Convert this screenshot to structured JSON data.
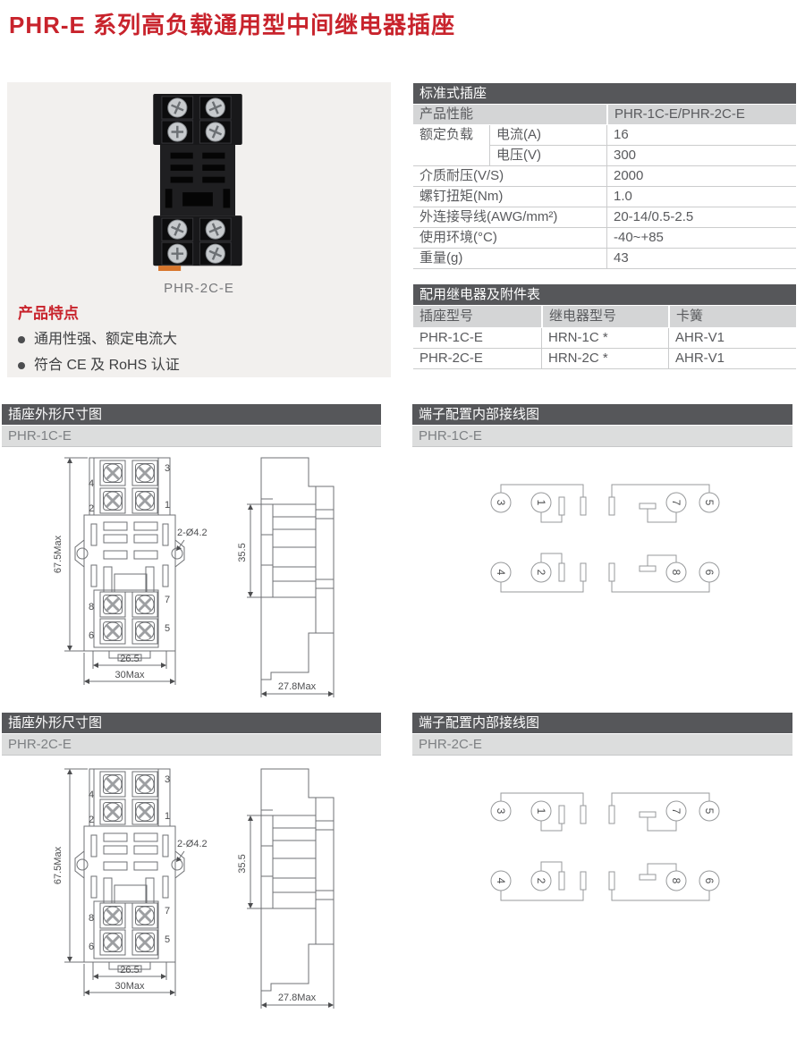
{
  "page": {
    "title": "PHR-E 系列高负载通用型中间继电器插座"
  },
  "product": {
    "caption": "PHR-2C-E",
    "features_title": "产品特点",
    "features": [
      "通用性强、额定电流大",
      "符合 CE 及 RoHS 认证"
    ]
  },
  "spec": {
    "title": "标准式插座",
    "perf_label": "产品性能",
    "perf_value": "PHR-1C-E/PHR-2C-E",
    "load_label": "额定负载",
    "current_label": "电流(A)",
    "current_value": "16",
    "voltage_label": "电压(V)",
    "voltage_value": "300",
    "rows": [
      {
        "label": "介质耐压(V/S)",
        "value": "2000"
      },
      {
        "label": "螺钉扭矩(Nm)",
        "value": "1.0"
      },
      {
        "label": "外连接导线(AWG/mm²)",
        "value": "20-14/0.5-2.5"
      },
      {
        "label": "使用环境(°C)",
        "value": "-40~+85"
      },
      {
        "label": "重量(g)",
        "value": "43"
      }
    ]
  },
  "acc": {
    "title": "配用继电器及附件表",
    "col1": "插座型号",
    "col2": "继电器型号",
    "col3": "卡簧",
    "rows": [
      {
        "socket": "PHR-1C-E",
        "relay": "HRN-1C *",
        "clip": "AHR-V1"
      },
      {
        "socket": "PHR-2C-E",
        "relay": "HRN-2C *",
        "clip": "AHR-V1"
      }
    ]
  },
  "sections": {
    "dim_title": "插座外形尺寸图",
    "wiring_title": "端子配置内部接线图",
    "model_1": "PHR-1C-E",
    "model_2": "PHR-2C-E"
  },
  "drawing": {
    "overall_height": "67.5Max",
    "hole_callout": "2-Ø4.2",
    "inner_width": "26.5",
    "overall_width": "30Max",
    "side_height": "35.5",
    "side_depth": "27.8Max",
    "terminals": [
      "1",
      "2",
      "3",
      "4",
      "5",
      "6",
      "7",
      "8"
    ]
  },
  "colors": {
    "accent": "#c8232c",
    "bar_dark": "#56575a",
    "bar_light": "#dcdddd",
    "row_gray": "#d4d5d6"
  }
}
